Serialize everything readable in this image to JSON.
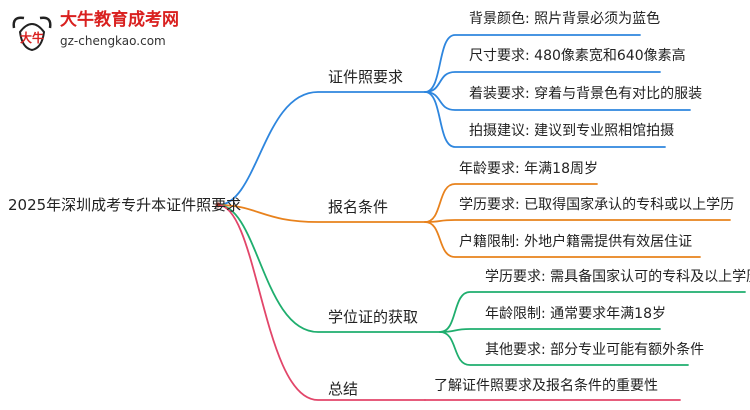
{
  "watermark": {
    "site_name": "大牛教育成考网",
    "site_url": "gz-chengkao.com",
    "mascot_text": "大牛"
  },
  "root": {
    "label": "2025年深圳成考专升本证件照要求"
  },
  "colors": {
    "branch_1": "#2e86de",
    "branch_2": "#e8821d",
    "branch_3": "#1fae6e",
    "branch_4": "#e2466a",
    "logo_red": "#d9201f"
  },
  "branches": [
    {
      "label": "证件照要求",
      "children": [
        "背景颜色: 照片背景必须为蓝色",
        "尺寸要求: 480像素宽和640像素高",
        "着装要求: 穿着与背景色有对比的服装",
        "拍摄建议: 建议到专业照相馆拍摄"
      ]
    },
    {
      "label": "报名条件",
      "children": [
        "年龄要求: 年满18周岁",
        "学历要求: 已取得国家承认的专科或以上学历",
        "户籍限制: 外地户籍需提供有效居住证"
      ]
    },
    {
      "label": "学位证的获取",
      "children": [
        "学历要求: 需具备国家认可的专科及以上学历",
        "年龄限制: 通常要求年满18岁",
        "其他要求: 部分专业可能有额外条件"
      ]
    },
    {
      "label": "总结",
      "children": [
        "了解证件照要求及报名条件的重要性"
      ]
    }
  ]
}
